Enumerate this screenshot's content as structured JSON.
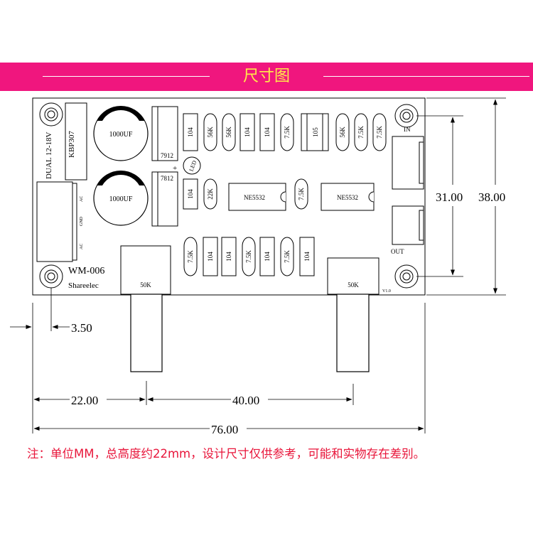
{
  "header": {
    "title": "尺寸图"
  },
  "board": {
    "input_label": "DUAL 12-18V",
    "rectifier": "KBP307",
    "cap_1": "1000UF",
    "cap_2": "1000UF",
    "reg_neg": "7912",
    "reg_pos": "7812",
    "led": "LED",
    "plus_sign": "+",
    "terminal_ac_1": "AC",
    "terminal_gnd": "GND",
    "terminal_ac_2": "AC",
    "chip_1": "NE5532",
    "chip_2": "NE5532",
    "in_label": "IN",
    "out_label": "OUT",
    "model": "WM-006",
    "brand": "Shareelec",
    "version": "V1.0",
    "pot_1": "50K",
    "pot_2": "50K",
    "parts_top": [
      "104",
      "56K",
      "56K",
      "104",
      "104",
      "7.5K",
      "105",
      "56K",
      "7.5K",
      "7.5K"
    ],
    "parts_mid": [
      "104",
      "22K",
      "7.5K"
    ],
    "parts_bottom": [
      "7.5K",
      "104",
      "104",
      "7.5K",
      "104",
      "7.5K",
      "104"
    ]
  },
  "dimensions": {
    "height_inner": "31.00",
    "height_outer": "38.00",
    "hole_offset": "3.50",
    "pot_1_pos": "22.00",
    "pot_spacing": "40.00",
    "width": "76.00"
  },
  "footer": {
    "note": "注：单位MM，总高度约22mm，设计尺寸仅供参考，可能和实物存在差别。"
  },
  "colors": {
    "banner": "#f0167e",
    "title": "#ffe94a",
    "note": "#e8153a",
    "line": "#000000"
  }
}
